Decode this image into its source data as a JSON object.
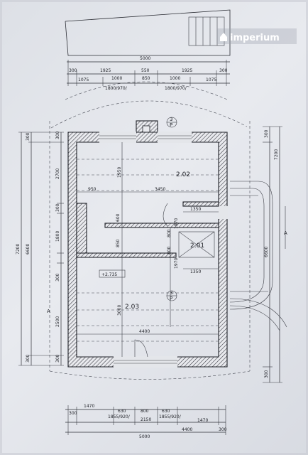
{
  "brand": {
    "name": "imperium"
  },
  "top_dims": {
    "overall": "5000",
    "row1": [
      "300",
      "1925",
      "550",
      "1925",
      "300"
    ],
    "row2": [
      "1075",
      "1000",
      "850",
      "1000",
      "1075"
    ],
    "openings": [
      "1800/970/",
      "1800/970/"
    ]
  },
  "bottom_dims": {
    "row1": [
      "1470",
      "630",
      "800",
      "630",
      "1470"
    ],
    "row2": [
      "300",
      "1855/920/",
      "2150",
      "1855/920/",
      "4400",
      "300"
    ],
    "overall": "5000"
  },
  "left_dims": {
    "outer": [
      "300",
      "2700",
      "300",
      "1800",
      "300",
      "2500",
      "300"
    ],
    "total_outer": "7200",
    "total_inner": "6600"
  },
  "right_dims": {
    "outer": [
      "300",
      "300"
    ],
    "total_outer": "7200",
    "total_inner": "6600"
  },
  "interior_dims": {
    "d1950": "1950",
    "d950": "950",
    "d3450": "3450",
    "d1350_top": "1350",
    "d600": "600",
    "d850": "850",
    "d800a": "800",
    "d800b": "800",
    "d1970a": "1970",
    "d1970b": "1970",
    "d1350_bottom": "1350",
    "d3000": "3000",
    "d4400": "4400"
  },
  "rooms": {
    "r1": "2.02",
    "r2": "2.01",
    "r3": "2.03"
  },
  "level": "+2.735",
  "section_marks": {
    "left": "A",
    "right": "A"
  },
  "stair_marks": [
    {
      "num": "3",
      "letter": "P"
    },
    {
      "num": "3",
      "letter": "P"
    }
  ]
}
